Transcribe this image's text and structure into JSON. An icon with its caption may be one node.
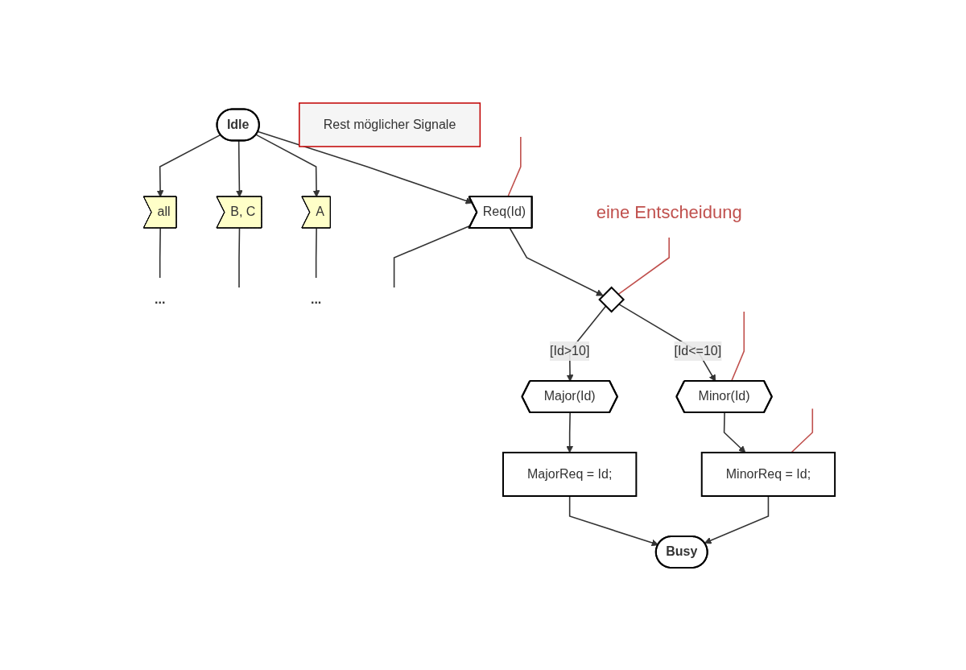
{
  "diagram": {
    "nodes": [
      {
        "text": [
          "Idle"
        ]
      },
      {
        "text": [
          "Req(Id)"
        ]
      },
      {
        "text": [],
        "shape": "diamond"
      },
      {
        "text": [
          "Minor(Id)"
        ]
      },
      {
        "text": [
          "Major(Id)"
        ]
      },
      {
        "text": [
          "MinorReq = Id;"
        ]
      },
      {
        "text": [
          "MajorReq = Id;"
        ]
      },
      {
        "text": [
          "Busy"
        ]
      },
      {
        "text": [
          "A"
        ]
      },
      {
        "text": [
          "B, C"
        ]
      },
      {
        "text": [
          "all"
        ]
      },
      {
        "text": [
          "eine Entscheidung"
        ]
      },
      {
        "text": [
          "..."
        ]
      },
      {
        "text": [
          "..."
        ]
      },
      {
        "text": [
          "Rest möglicher Signale"
        ]
      }
    ],
    "edges": [
      {
        "from": 0,
        "to": 1,
        "arrow": "to"
      },
      {
        "from": 0,
        "to": 8,
        "arrow": "to"
      },
      {
        "from": 0,
        "to": 9,
        "arrow": "to"
      },
      {
        "from": 0,
        "to": 10,
        "arrow": "to"
      },
      {
        "from": 1,
        "to": 2,
        "arrow": "to"
      },
      {
        "from": 2,
        "to": 3,
        "arrow": "to",
        "label": "[Id<=10]"
      },
      {
        "from": 2,
        "to": 4,
        "arrow": "to",
        "label": "[Id>10]"
      },
      {
        "from": 3,
        "to": 5,
        "arrow": "to"
      },
      {
        "from": 4,
        "to": 6,
        "arrow": "to"
      },
      {
        "from": 5,
        "to": 7,
        "arrow": "to"
      },
      {
        "from": 6,
        "to": 7,
        "arrow": "to"
      },
      {
        "from": 8,
        "to": 12,
        "arrow": "none"
      },
      {
        "from": 9,
        "to": null,
        "arrow": "none"
      },
      {
        "from": 10,
        "to": 13,
        "arrow": "none"
      },
      {
        "from": 11,
        "to": 2,
        "arrow": "none",
        "color": "#c0504d"
      },
      {
        "from": null,
        "to": 1,
        "arrow": "none",
        "color": "#c0504d"
      },
      {
        "from": 1,
        "to": null,
        "arrow": "none"
      },
      {
        "from": null,
        "to": 3,
        "arrow": "none",
        "color": "#c0504d"
      },
      {
        "from": null,
        "to": 5,
        "arrow": "none",
        "color": "#c0504d"
      }
    ]
  }
}
